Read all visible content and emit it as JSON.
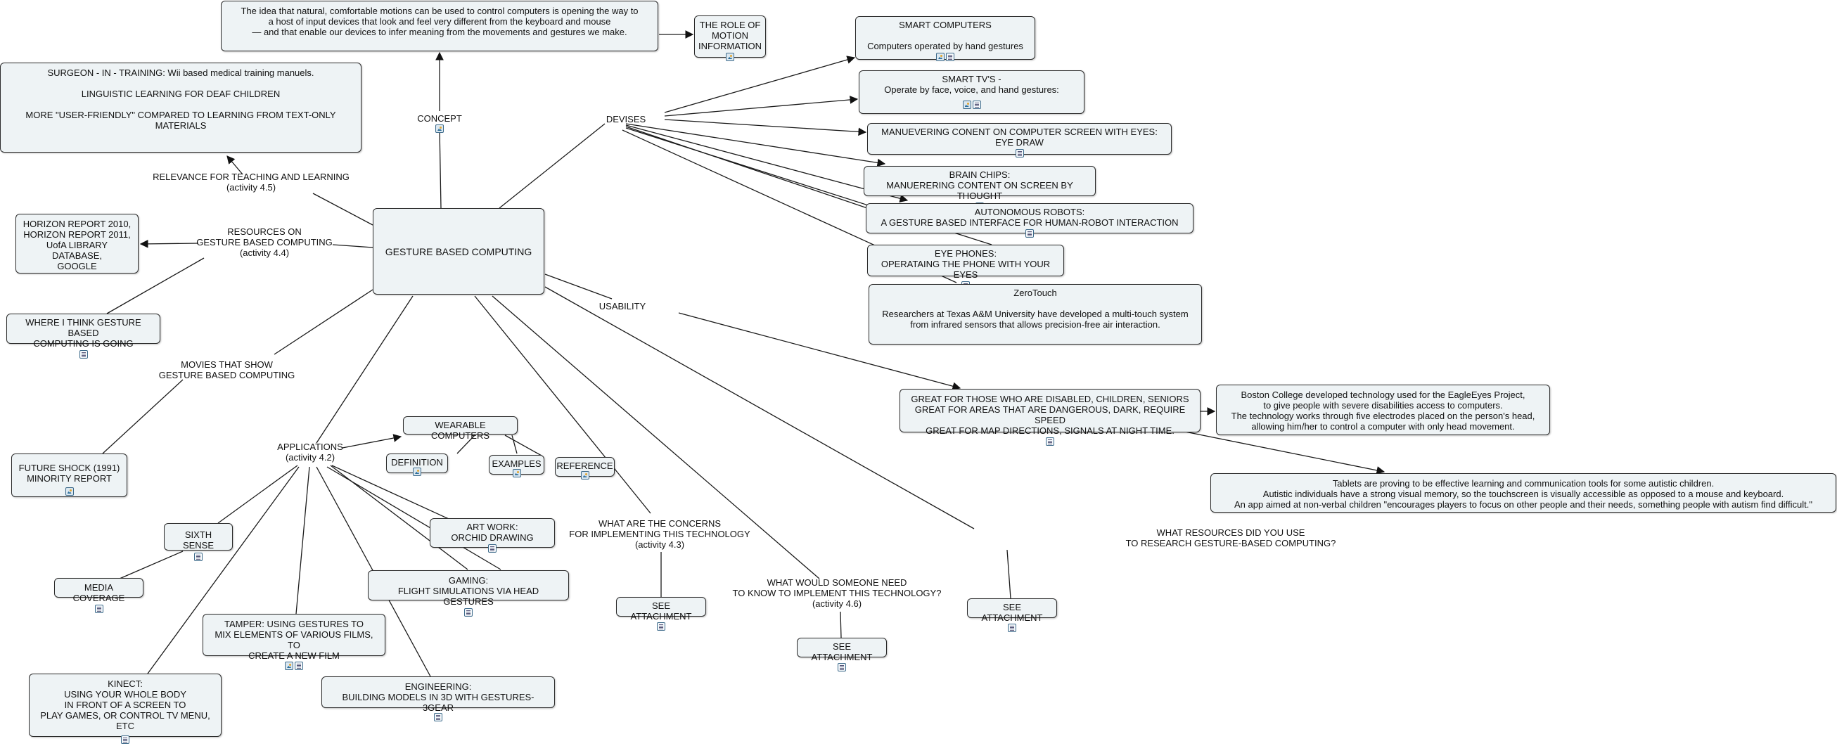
{
  "colors": {
    "node_fill": "#eef3f5",
    "border": "#2b2b2b",
    "line": "#1a1a1a"
  },
  "nodes": {
    "center": {
      "text": "GESTURE BASED COMPUTING"
    },
    "concept_desc": {
      "text": "The idea that natural, comfortable motions can be used to control computers is opening the way to\na host of input devices that look and feel very different from the keyboard and mouse\n— and that enable our devices to infer meaning from the movements and gestures we make."
    },
    "role_motion": {
      "text": "THE ROLE OF\nMOTION\nINFORMATION",
      "icons": [
        "image-icon"
      ]
    },
    "surgeon": {
      "text": "SURGEON - IN - TRAINING: Wii based medical training manuels.\n\nLINGUISTIC LEARNING FOR DEAF CHILDREN\n\nMORE \"USER-FRIENDLY\" COMPARED TO LEARNING FROM TEXT-ONLY MATERIALS"
    },
    "horizon": {
      "text": "HORIZON REPORT 2010,\nHORIZON REPORT 2011,\nUofA LIBRARY DATABASE,\nGOOGLE"
    },
    "where_going": {
      "text": "WHERE I THINK GESTURE BASED\nCOMPUTING IS GOING",
      "icons": [
        "document-icon"
      ]
    },
    "future_shock": {
      "text": "FUTURE SHOCK (1991)\nMINORITY REPORT",
      "icons": [
        "image-icon"
      ]
    },
    "smart_computers": {
      "text": "SMART COMPUTERS\n\nComputers operated by hand gestures",
      "icons": [
        "image-icon",
        "document-icon"
      ]
    },
    "smart_tvs": {
      "text": "SMART TV'S -\nOperate by face, voice, and hand gestures:",
      "icons": [
        "image-icon",
        "document-icon"
      ]
    },
    "eye_draw": {
      "text": "MANUEVERING CONENT ON COMPUTER SCREEN WITH EYES:\nEYE DRAW",
      "icons": [
        "document-icon"
      ]
    },
    "brain_chips": {
      "text": "BRAIN CHIPS:\nMANUERERING CONTENT ON SCREEN BY THOUGHT",
      "icons": [
        "document-icon"
      ]
    },
    "robots": {
      "text": "AUTONOMOUS ROBOTS:\nA GESTURE BASED INTERFACE FOR HUMAN-ROBOT INTERACTION",
      "icons": [
        "document-icon"
      ]
    },
    "eye_phones": {
      "text": "EYE PHONES:\nOPERATAING THE PHONE WITH YOUR EYES",
      "icons": [
        "document-icon"
      ]
    },
    "zerotouch": {
      "text": "ZeroTouch\n\nResearchers at Texas A&M University have developed a multi-touch system\nfrom infrared sensors that allows precision-free air interaction."
    },
    "great_for": {
      "text": "GREAT FOR THOSE WHO ARE DISABLED, CHILDREN, SENIORS\nGREAT FOR AREAS THAT ARE DANGEROUS, DARK, REQUIRE SPEED\nGREAT FOR MAP DIRECTIONS, SIGNALS AT NIGHT TIME.",
      "icons": [
        "document-icon"
      ]
    },
    "boston": {
      "text": "Boston College developed technology used for the EagleEyes Project,\nto give people with severe disabilities access to computers.\nThe technology works through five electrodes placed on the person's head,\nallowing him/her to control a computer with only head movement."
    },
    "tablets": {
      "text": "Tablets are proving to be effective learning and communication tools for some autistic children.\nAutistic individuals have a strong visual memory, so the touchscreen is visually accessible as opposed to a mouse and keyboard.\nAn app aimed at non-verbal children \"encourages players to focus on other people and their needs, something people with autism find difficult.\""
    },
    "wearable": {
      "text": "WEARABLE COMPUTERS"
    },
    "definition": {
      "text": "DEFINITION",
      "icons": [
        "image-icon"
      ]
    },
    "examples": {
      "text": "EXAMPLES",
      "icons": [
        "image-icon"
      ]
    },
    "reference": {
      "text": "REFERENCE",
      "icons": [
        "image-icon"
      ]
    },
    "sixth_sense": {
      "text": "SIXTH SENSE",
      "icons": [
        "document-icon"
      ]
    },
    "media_coverage": {
      "text": "MEDIA COVERAGE",
      "icons": [
        "document-icon"
      ]
    },
    "art_work": {
      "text": "ART WORK:\nORCHID DRAWING",
      "icons": [
        "document-icon"
      ]
    },
    "gaming": {
      "text": "GAMING:\nFLIGHT SIMULATIONS VIA HEAD GESTURES",
      "icons": [
        "document-icon"
      ]
    },
    "tamper": {
      "text": "TAMPER: USING GESTURES TO\nMIX ELEMENTS OF VARIOUS FILMS, TO\nCREATE A NEW FILM",
      "icons": [
        "image-icon",
        "document-icon"
      ]
    },
    "kinect": {
      "text": "KINECT:\nUSING YOUR WHOLE BODY\nIN FRONT OF A SCREEN TO\nPLAY GAMES, OR CONTROL TV MENU, ETC",
      "icons": [
        "document-icon"
      ]
    },
    "engineering": {
      "text": "ENGINEERING:\nBUILDING MODELS IN 3D WITH GESTURES- 3GEAR",
      "icons": [
        "document-icon"
      ]
    },
    "attach1": {
      "text": "SEE ATTACHMENT",
      "icons": [
        "document-icon"
      ]
    },
    "attach2": {
      "text": "SEE ATTACHMENT",
      "icons": [
        "document-icon"
      ]
    },
    "attach3": {
      "text": "SEE ATTACHMENT",
      "icons": [
        "document-icon"
      ]
    }
  },
  "labels": {
    "concept": {
      "text": "CONCEPT"
    },
    "devises": {
      "text": "DEVISES"
    },
    "relevance": {
      "text": "RELEVANCE FOR TEACHING AND LEARNING\n(activity 4.5)"
    },
    "resources": {
      "text": "RESOURCES ON\nGESTURE BASED COMPUTING\n(activity 4.4)"
    },
    "movies": {
      "text": "MOVIES THAT SHOW\nGESTURE BASED COMPUTING"
    },
    "usability": {
      "text": "USABILITY"
    },
    "applications": {
      "text": "APPLICATIONS\n(activity 4.2)"
    },
    "concerns": {
      "text": "WHAT ARE THE CONCERNS\nFOR IMPLEMENTING THIS TECHNOLOGY\n(activity 4.3)"
    },
    "need_to_know": {
      "text": "WHAT WOULD SOMEONE NEED\nTO KNOW TO IMPLEMENT THIS TECHNOLOGY?\n(activity 4.6)"
    },
    "resources_used": {
      "text": "WHAT RESOURCES DID YOU USE\nTO RESEARCH GESTURE-BASED COMPUTING?"
    }
  }
}
